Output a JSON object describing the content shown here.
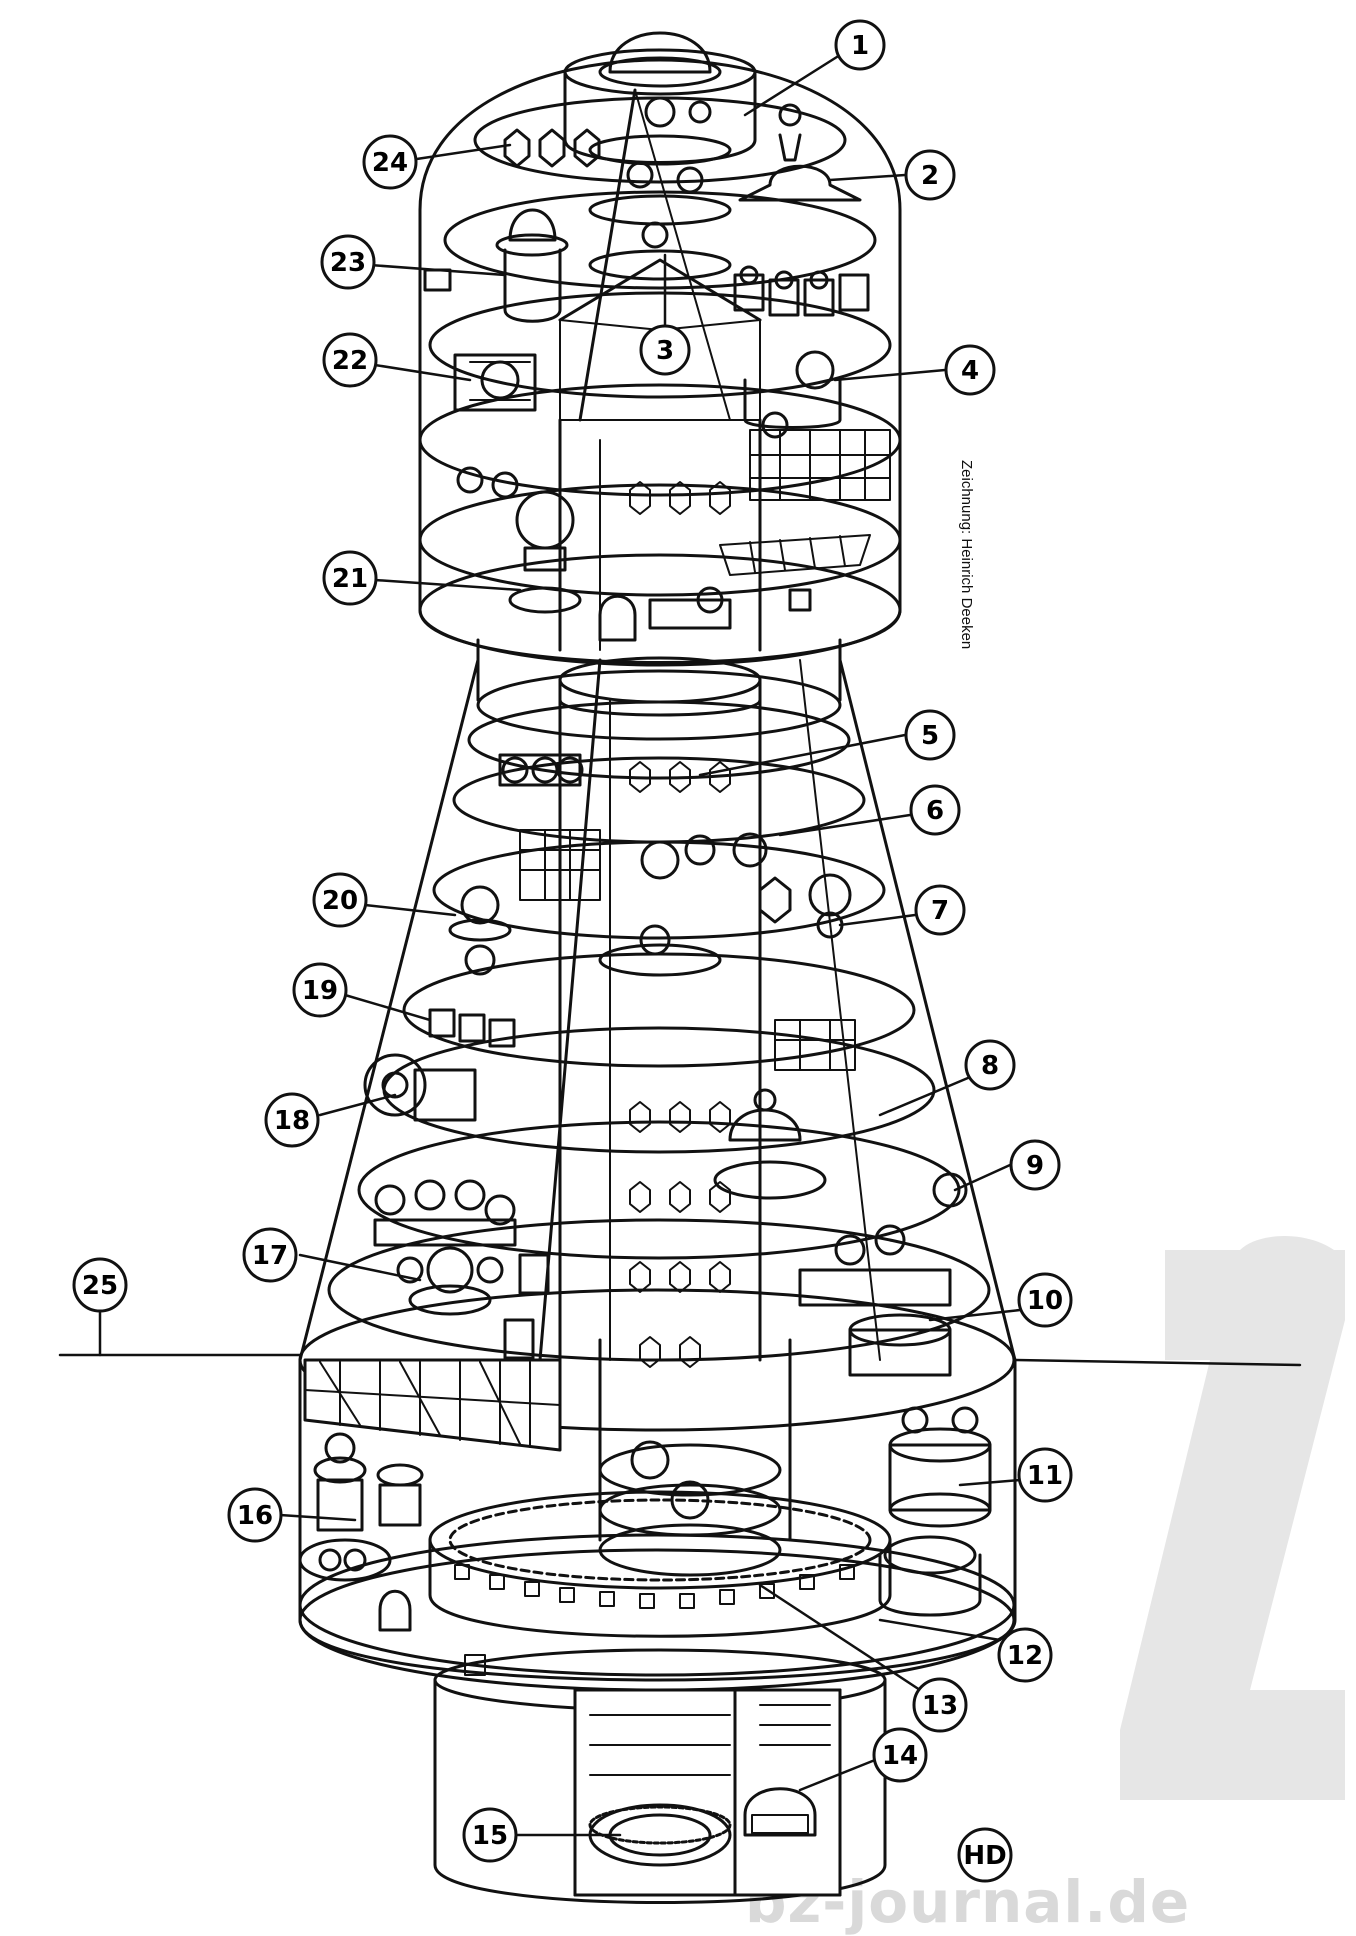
{
  "callouts": [
    "1",
    "2",
    "3",
    "4",
    "5",
    "6",
    "7",
    "8",
    "9",
    "10",
    "11",
    "12",
    "13",
    "14",
    "15",
    "16",
    "17",
    "18",
    "19",
    "20",
    "21",
    "22",
    "23",
    "24",
    "25"
  ],
  "credit": "Zeichnung: Heinrich Deeken",
  "monogram": "HD",
  "watermark": "bz-journal.de",
  "colors": {
    "ink": "#111111",
    "paper": "#ffffff",
    "watermark": "#d9d9d9"
  }
}
